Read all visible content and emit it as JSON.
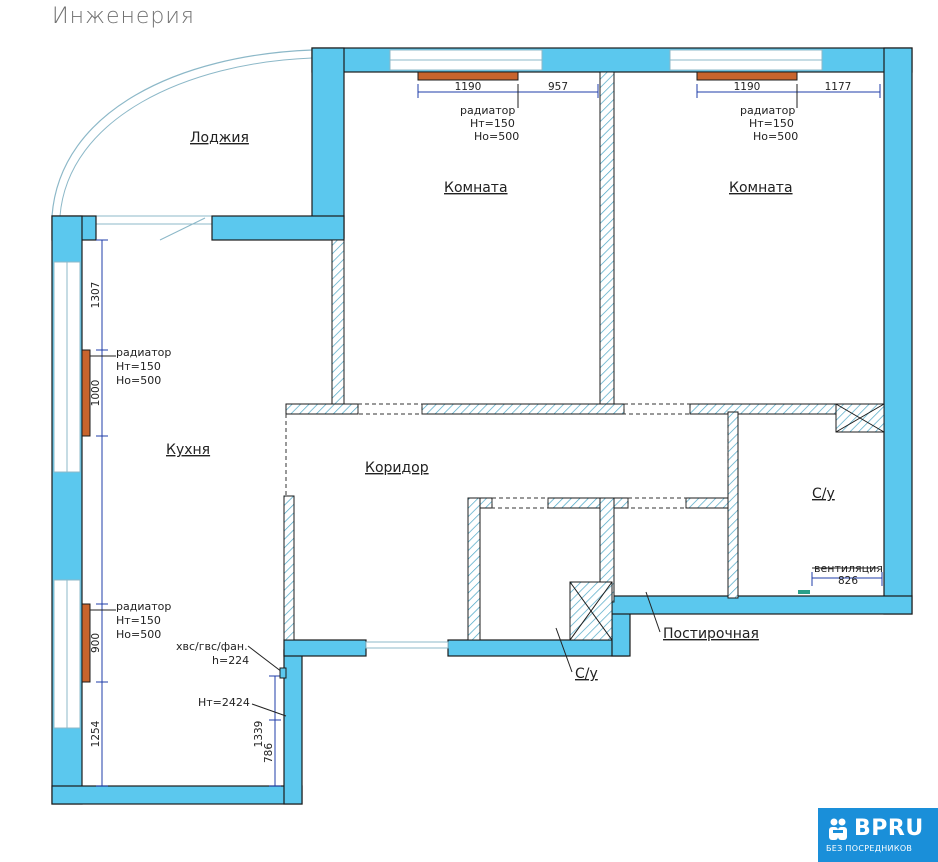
{
  "title": "Инженерия",
  "rooms": {
    "loggia": "Лоджия",
    "room_left": "Комната",
    "room_right": "Комната",
    "kitchen": "Кухня",
    "corridor": "Коридор",
    "wc_right": "С/у",
    "wc_bottom": "С/у",
    "laundry": "Постирочная"
  },
  "radiators": {
    "room_left": {
      "label": "радиатор",
      "ht": "Нт=150",
      "ho": "Но=500"
    },
    "room_right": {
      "label": "радиатор",
      "ht": "Нт=150",
      "ho": "Но=500"
    },
    "kitchen_upper": {
      "label": "радиатор",
      "ht": "Нт=150",
      "ho": "Но=500"
    },
    "kitchen_lower": {
      "label": "радиатор",
      "ht": "Нт=150",
      "ho": "Но=500"
    }
  },
  "notes": {
    "riser_line1": "хвс/гвс/фан.",
    "riser_line2": "h=224",
    "height_mark": "Нт=2424",
    "ventilation": "вентиляция"
  },
  "dimensions": {
    "room_left_radiator": "1190",
    "room_left_offset": "957",
    "room_right_radiator": "1190",
    "room_right_offset": "1177",
    "kitchen_top": "1307",
    "kitchen_radiator_upper": "1000",
    "kitchen_radiator_lower": "900",
    "kitchen_bottom": "1254",
    "riser_upper": "1339",
    "riser_lower": "786",
    "ventilation_width": "826"
  },
  "colors": {
    "wall": "#5bc8ee",
    "radiator": "#c8642d",
    "partition_hatch": "#4aa5c5",
    "brand": "#1a8fd9"
  },
  "watermark": {
    "name": "BPRU",
    "tagline": "БЕЗ ПОСРЕДНИКОВ"
  }
}
